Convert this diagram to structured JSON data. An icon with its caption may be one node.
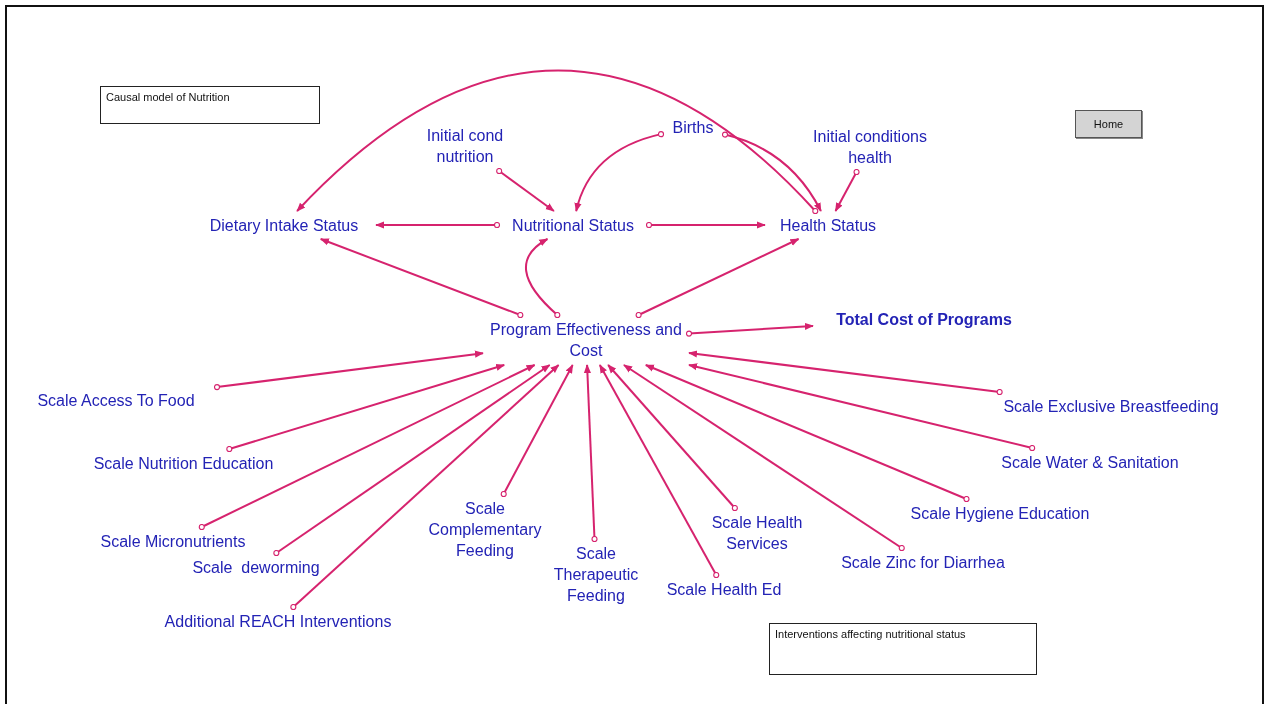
{
  "diagram": {
    "nodes": [
      {
        "text": [
          "Causal model of Nutrition"
        ]
      },
      {
        "text": [
          "Initial cond nutrition"
        ]
      },
      {
        "text": [
          "Births"
        ]
      },
      {
        "text": [
          "Initial conditions health"
        ]
      },
      {
        "text": [
          "Home"
        ]
      },
      {
        "text": [
          "Dietary Intake Status"
        ]
      },
      {
        "text": [
          "Nutritional Status"
        ]
      },
      {
        "text": [
          "Health Status"
        ]
      },
      {
        "text": [
          "Program Effectiveness and Cost"
        ]
      },
      {
        "text": [
          "Total Cost of Programs"
        ]
      },
      {
        "text": [
          "Scale Exclusive Breastfeeding"
        ]
      },
      {
        "text": [
          "Scale Access To Food"
        ]
      },
      {
        "text": [
          "Scale Water & Sanitation"
        ]
      },
      {
        "text": [
          "Scale Nutrition Education"
        ]
      },
      {
        "text": [
          "Scale Hygiene Education"
        ]
      },
      {
        "text": [
          "Scale Complementary Feeding"
        ]
      },
      {
        "text": [
          "Scale Health Services"
        ]
      },
      {
        "text": [
          "Scale Micronutrients"
        ]
      },
      {
        "text": [
          "Scale Zinc for Diarrhea"
        ]
      },
      {
        "text": [
          "Scale  deworming"
        ]
      },
      {
        "text": [
          "Scale Therapeutic Feeding"
        ]
      },
      {
        "text": [
          "Scale Health Ed"
        ]
      },
      {
        "text": [
          "Additional REACH Interventions"
        ]
      },
      {
        "text": [
          "Interventions affecting nutritional status"
        ]
      }
    ],
    "edges": [
      {
        "from": 7,
        "to": 5,
        "arrow": "to"
      },
      {
        "from": 1,
        "to": 6,
        "arrow": "to"
      },
      {
        "from": 2,
        "to": 6,
        "arrow": "to"
      },
      {
        "from": 2,
        "to": 7,
        "arrow": "to"
      },
      {
        "from": 3,
        "to": 7,
        "arrow": "to"
      },
      {
        "from": 6,
        "to": 5,
        "arrow": "to"
      },
      {
        "from": 6,
        "to": 7,
        "arrow": "to"
      },
      {
        "from": 8,
        "to": 5,
        "arrow": "to"
      },
      {
        "from": 8,
        "to": 6,
        "arrow": "to"
      },
      {
        "from": 8,
        "to": 7,
        "arrow": "to"
      },
      {
        "from": 8,
        "to": 9,
        "arrow": "to"
      },
      {
        "from": 10,
        "to": 8,
        "arrow": "to"
      },
      {
        "from": 11,
        "to": 8,
        "arrow": "to"
      },
      {
        "from": 12,
        "to": 8,
        "arrow": "to"
      },
      {
        "from": 13,
        "to": 8,
        "arrow": "to"
      },
      {
        "from": 14,
        "to": 8,
        "arrow": "to"
      },
      {
        "from": 15,
        "to": 8,
        "arrow": "to"
      },
      {
        "from": 16,
        "to": 8,
        "arrow": "to"
      },
      {
        "from": 17,
        "to": 8,
        "arrow": "to"
      },
      {
        "from": 18,
        "to": 8,
        "arrow": "to"
      },
      {
        "from": 19,
        "to": 8,
        "arrow": "to"
      },
      {
        "from": 20,
        "to": 8,
        "arrow": "to"
      },
      {
        "from": 21,
        "to": 8,
        "arrow": "to"
      },
      {
        "from": 22,
        "to": 8,
        "arrow": "to"
      }
    ]
  }
}
